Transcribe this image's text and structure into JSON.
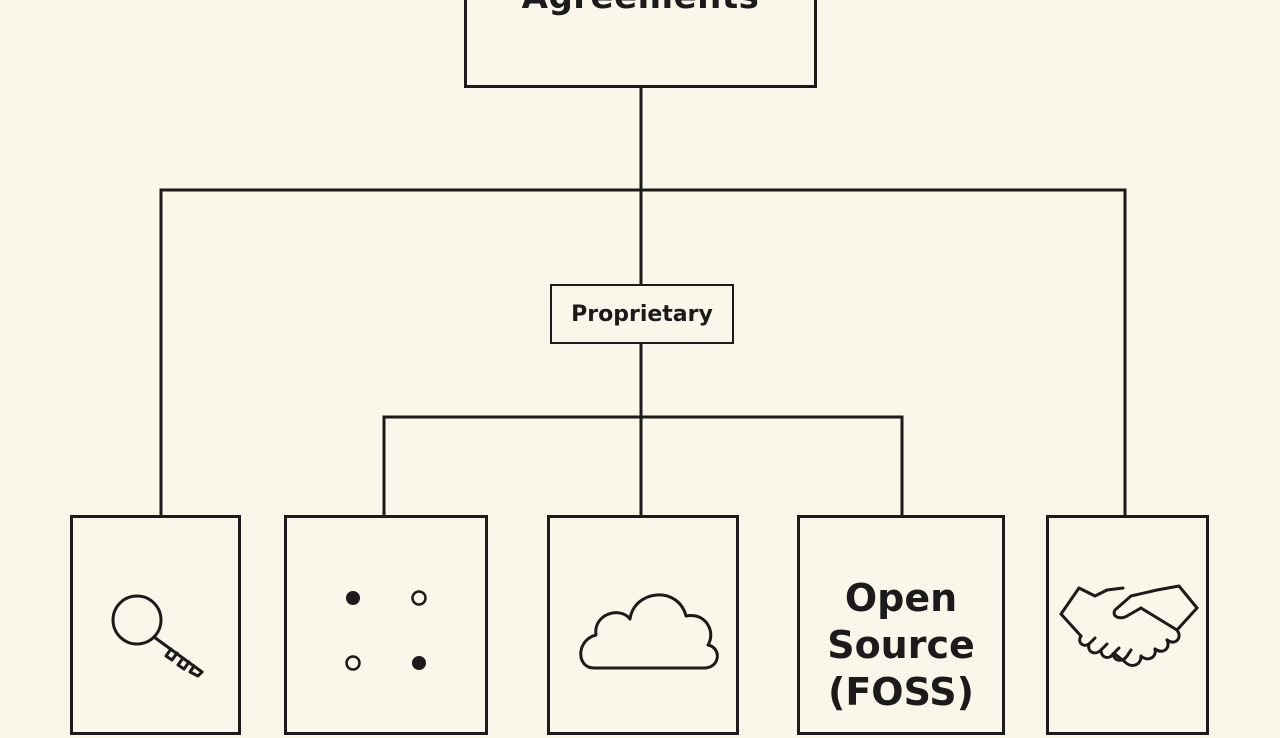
{
  "root": {
    "title": "Agreements"
  },
  "branch": {
    "label": "Proprietary"
  },
  "leaves": [
    {
      "icon": "key-icon"
    },
    {
      "icon": "four-dots-icon"
    },
    {
      "icon": "cloud-icon"
    },
    {
      "label_lines": [
        "Open",
        "Source",
        "(FOSS)"
      ]
    },
    {
      "icon": "handshake-icon"
    }
  ],
  "colors": {
    "background": "#fbf6ea",
    "stroke": "#1b1b1b"
  }
}
